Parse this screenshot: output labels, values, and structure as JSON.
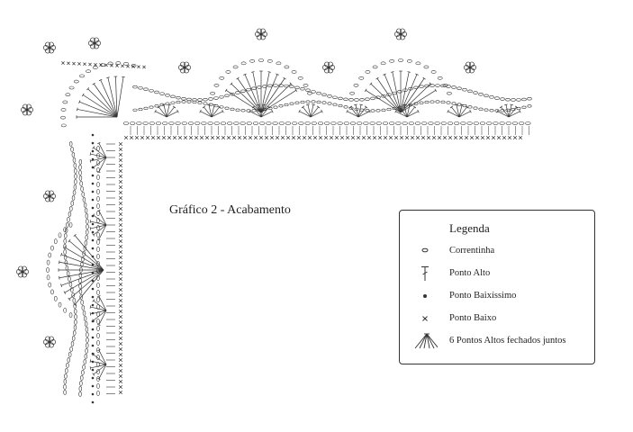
{
  "title": "Gráfico 2 - Acabamento",
  "legend": {
    "heading": "Legenda",
    "items": [
      {
        "label": "Correntinha",
        "icon": "chain-stitch-icon"
      },
      {
        "label": "Ponto Alto",
        "icon": "double-crochet-icon"
      },
      {
        "label": "Ponto Baixíssimo",
        "icon": "slip-stitch-icon"
      },
      {
        "label": "Ponto Baixo",
        "icon": "single-crochet-icon"
      },
      {
        "label": "6 Pontos Altos fechados juntos",
        "icon": "six-dc-cluster-icon"
      }
    ]
  },
  "colors": {
    "ink": "#333333",
    "background": "#ffffff"
  }
}
